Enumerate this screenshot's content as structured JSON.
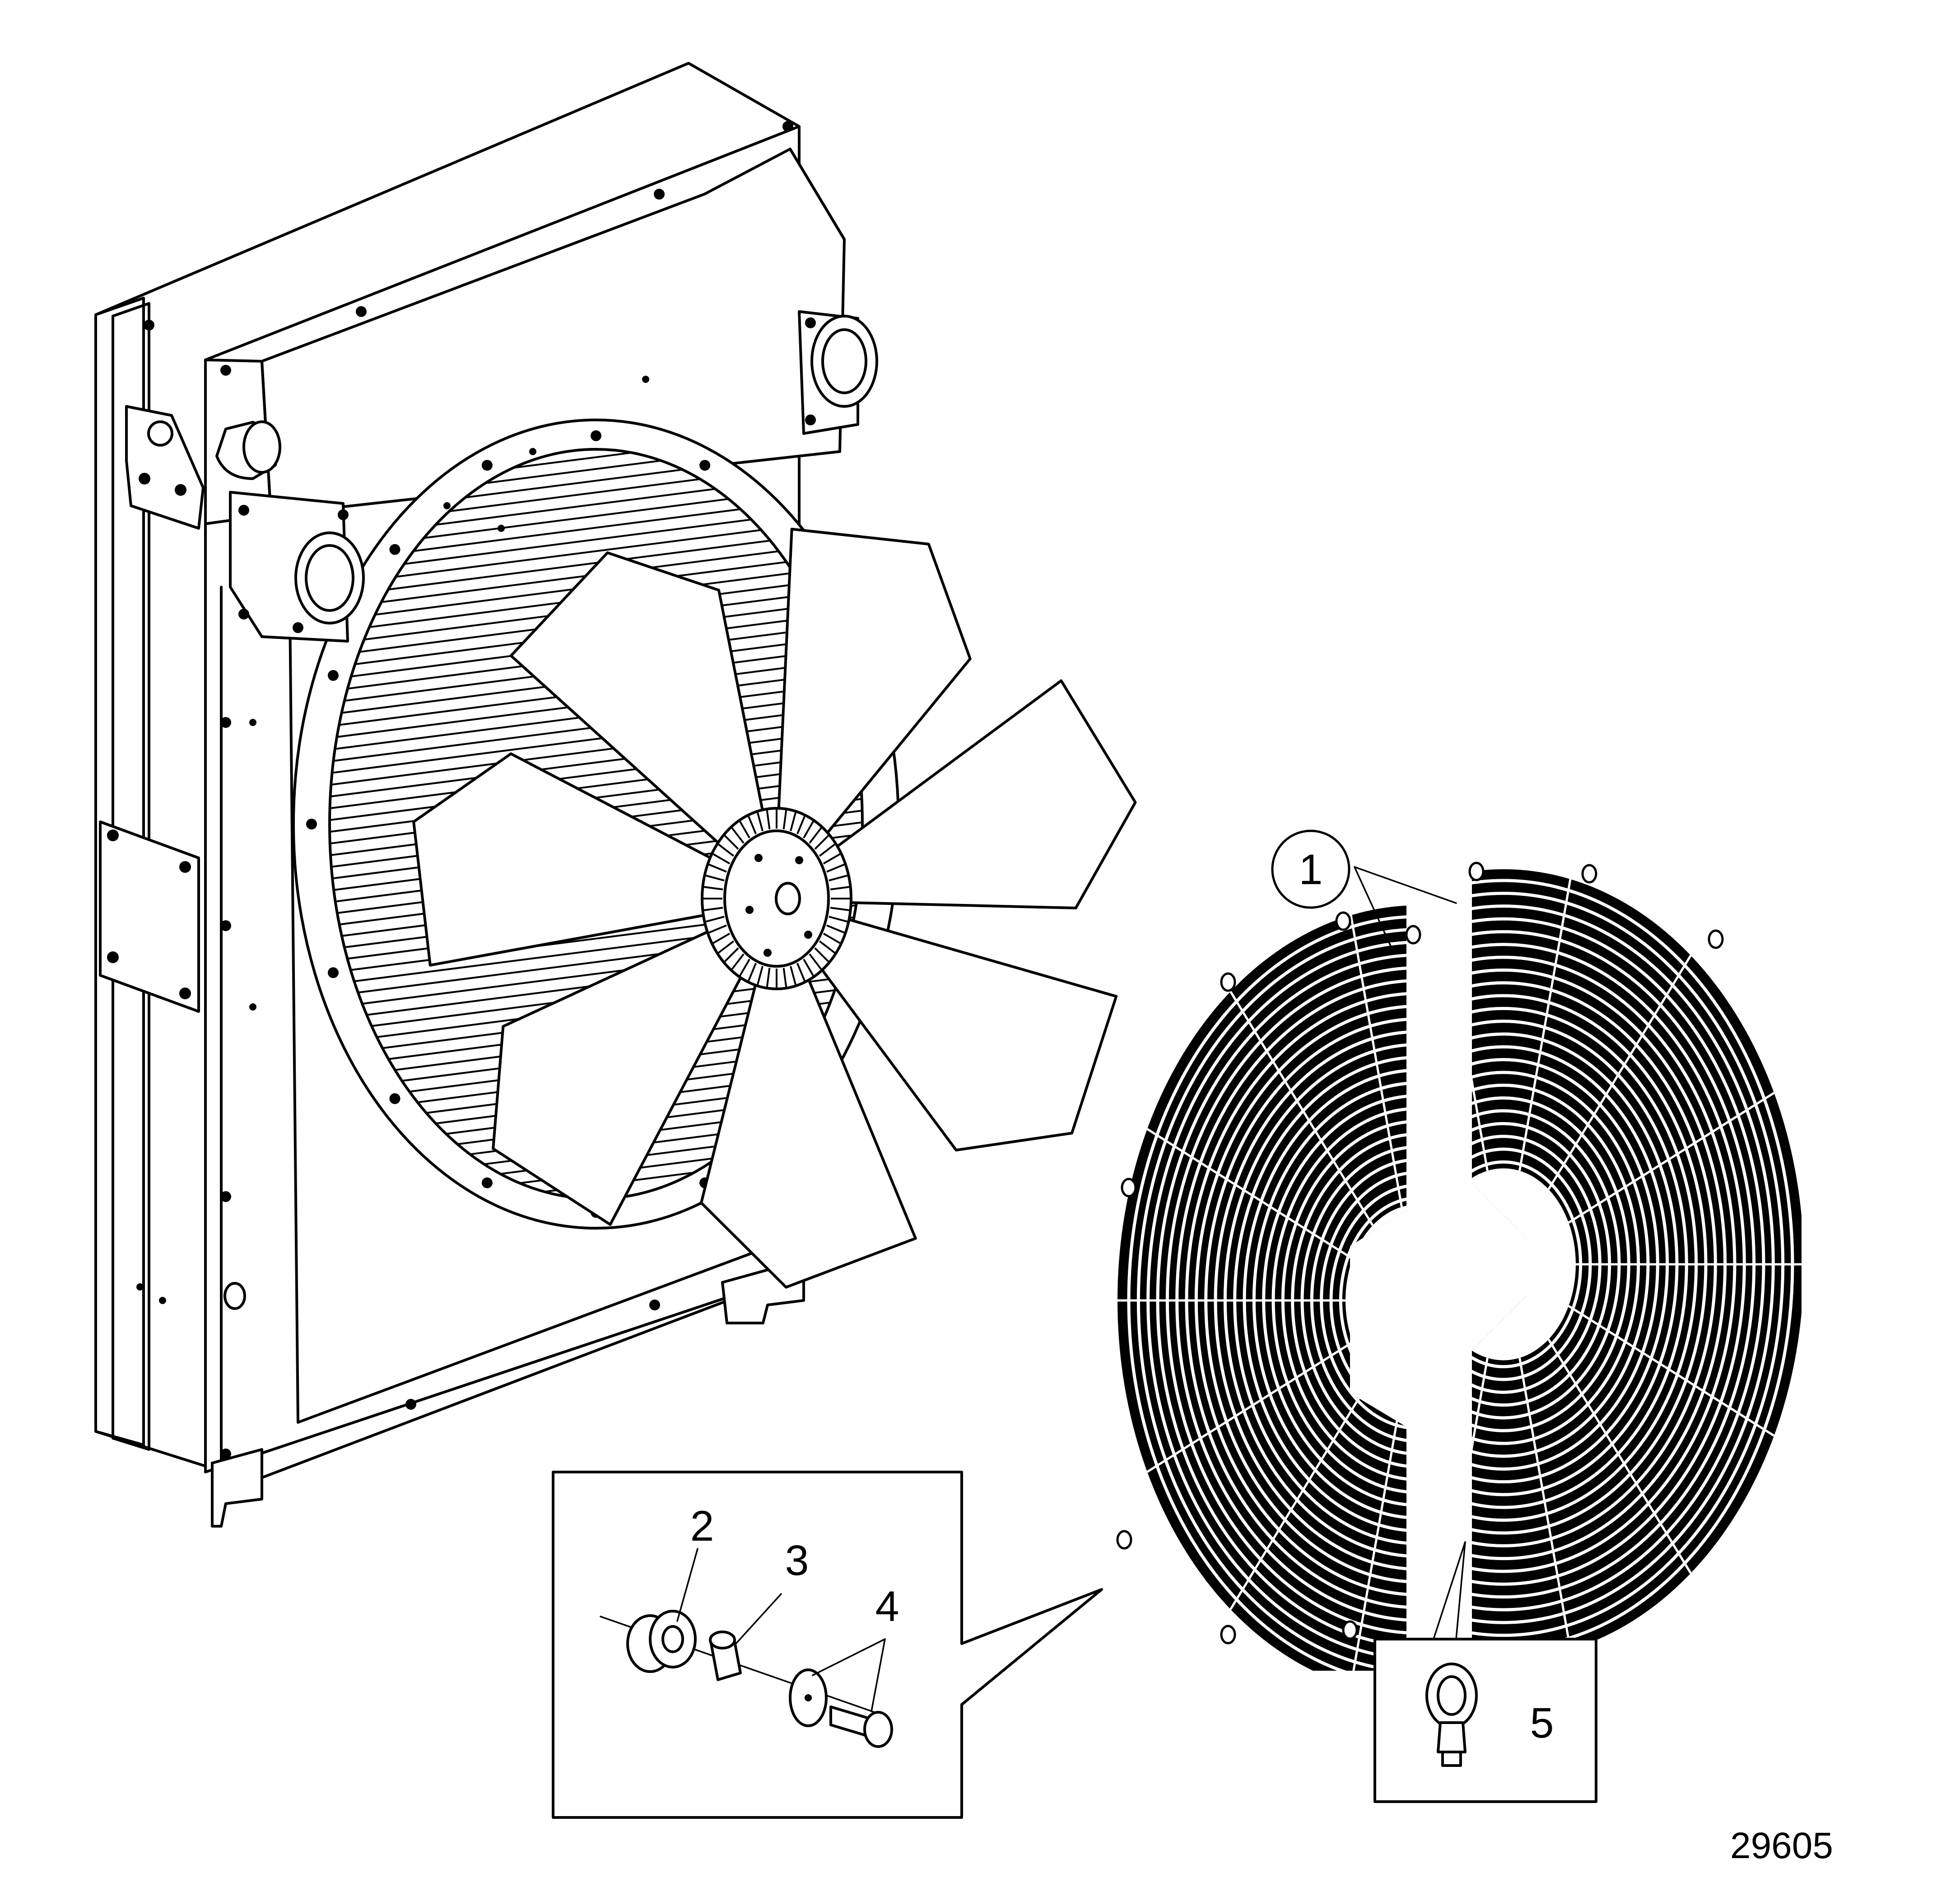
{
  "callouts": [
    {
      "id": "1",
      "label": "1"
    },
    {
      "id": "2",
      "label": "2"
    },
    {
      "id": "3",
      "label": "3"
    },
    {
      "id": "4",
      "label": "4"
    },
    {
      "id": "5",
      "label": "5"
    }
  ],
  "figure_number": "29605"
}
